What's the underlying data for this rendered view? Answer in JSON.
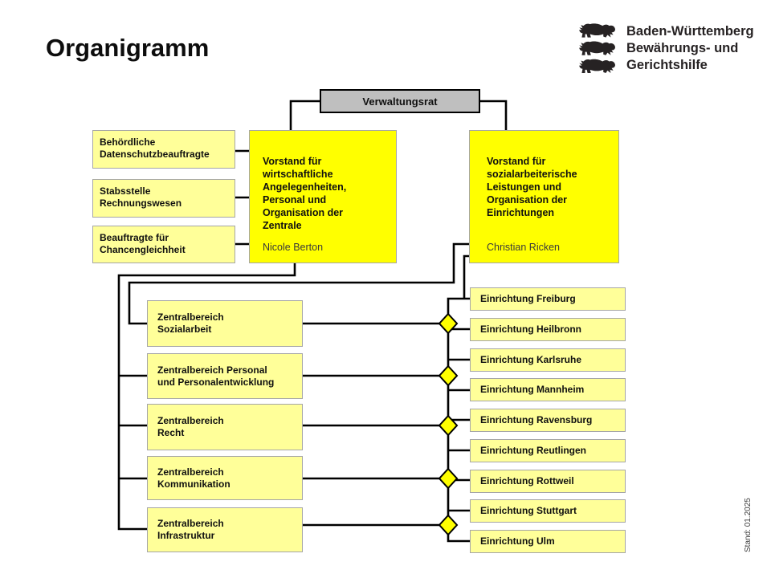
{
  "page": {
    "title": "Organigramm",
    "stand_note": "Stand: 01.2025"
  },
  "logo": {
    "icon": "bw-three-lions",
    "org_name": "Baden-Württemberg\nBewährungs- und\nGerichtshilfe"
  },
  "colors": {
    "vorstand_yellow": "#FFFF00",
    "unit_light_yellow": "#FFFF99",
    "root_gray": "#BFBFBF",
    "box_border_gray": "#A6A6A6",
    "connector_black": "#000000",
    "diamond_yellow": "#FFFF00"
  },
  "org": {
    "root": "Verwaltungsrat",
    "executives": [
      {
        "title": "Vorstand für\nwirtschaftliche\nAngelegenheiten,\nPersonal und\nOrganisation der\nZentrale",
        "person": "Nicole Berton"
      },
      {
        "title": "Vorstand für\nsozialarbeiterische\nLeistungen und\nOrganisation der\nEinrichtungen",
        "person": "Christian Ricken"
      }
    ],
    "staff_units": [
      "Behördliche\nDatenschutzbeauftragte",
      "Stabsstelle\nRechnungswesen",
      "Beauftragte für\nChancengleichheit"
    ],
    "central_units": [
      "Zentralbereich\nSozialarbeit",
      "Zentralbereich Personal\nund Personalentwicklung",
      "Zentralbereich\nRecht",
      "Zentralbereich\nKommunikation",
      "Zentralbereich\nInfrastruktur"
    ],
    "facilities": [
      "Einrichtung Freiburg",
      "Einrichtung Heilbronn",
      "Einrichtung Karlsruhe",
      "Einrichtung Mannheim",
      "Einrichtung Ravensburg",
      "Einrichtung Reutlingen",
      "Einrichtung Rottweil",
      "Einrichtung Stuttgart",
      "Einrichtung Ulm"
    ]
  }
}
